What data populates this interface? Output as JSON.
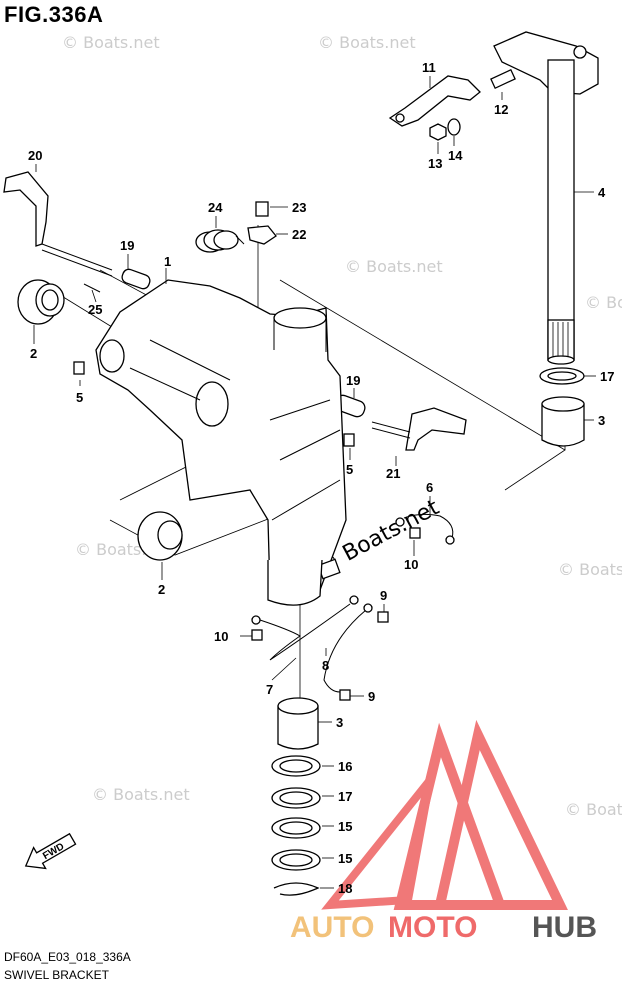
{
  "figure": {
    "title": "FIG.336A",
    "code": "DF60A_E03_018_336A",
    "name": "SWIVEL BRACKET"
  },
  "watermark": {
    "text": "© Boats.net",
    "brand_parts": [
      "AUTO",
      "MOTO",
      "HUB"
    ],
    "brand_colors": {
      "auto": "#f2c27a",
      "moto": "#ef6a6a",
      "hub": "#555555",
      "triangle": "#ef6a6a"
    }
  },
  "parts": [
    {
      "id": "p1",
      "label": "1"
    },
    {
      "id": "p2a",
      "label": "2"
    },
    {
      "id": "p2b",
      "label": "2"
    },
    {
      "id": "p3a",
      "label": "3"
    },
    {
      "id": "p3b",
      "label": "3"
    },
    {
      "id": "p4",
      "label": "4"
    },
    {
      "id": "p5a",
      "label": "5"
    },
    {
      "id": "p5b",
      "label": "5"
    },
    {
      "id": "p6",
      "label": "6"
    },
    {
      "id": "p7",
      "label": "7"
    },
    {
      "id": "p8",
      "label": "8"
    },
    {
      "id": "p9a",
      "label": "9"
    },
    {
      "id": "p9b",
      "label": "9"
    },
    {
      "id": "p10a",
      "label": "10"
    },
    {
      "id": "p10b",
      "label": "10"
    },
    {
      "id": "p11",
      "label": "11"
    },
    {
      "id": "p12",
      "label": "12"
    },
    {
      "id": "p13",
      "label": "13"
    },
    {
      "id": "p14",
      "label": "14"
    },
    {
      "id": "p15a",
      "label": "15"
    },
    {
      "id": "p15b",
      "label": "15"
    },
    {
      "id": "p16",
      "label": "16"
    },
    {
      "id": "p17a",
      "label": "17"
    },
    {
      "id": "p17b",
      "label": "17"
    },
    {
      "id": "p18",
      "label": "18"
    },
    {
      "id": "p19a",
      "label": "19"
    },
    {
      "id": "p19b",
      "label": "19"
    },
    {
      "id": "p20",
      "label": "20"
    },
    {
      "id": "p21",
      "label": "21"
    },
    {
      "id": "p22",
      "label": "22"
    },
    {
      "id": "p23",
      "label": "23"
    },
    {
      "id": "p24",
      "label": "24"
    },
    {
      "id": "p25",
      "label": "25"
    }
  ],
  "direction_badge": {
    "label": "FWD",
    "icon": "arrow-icon"
  }
}
